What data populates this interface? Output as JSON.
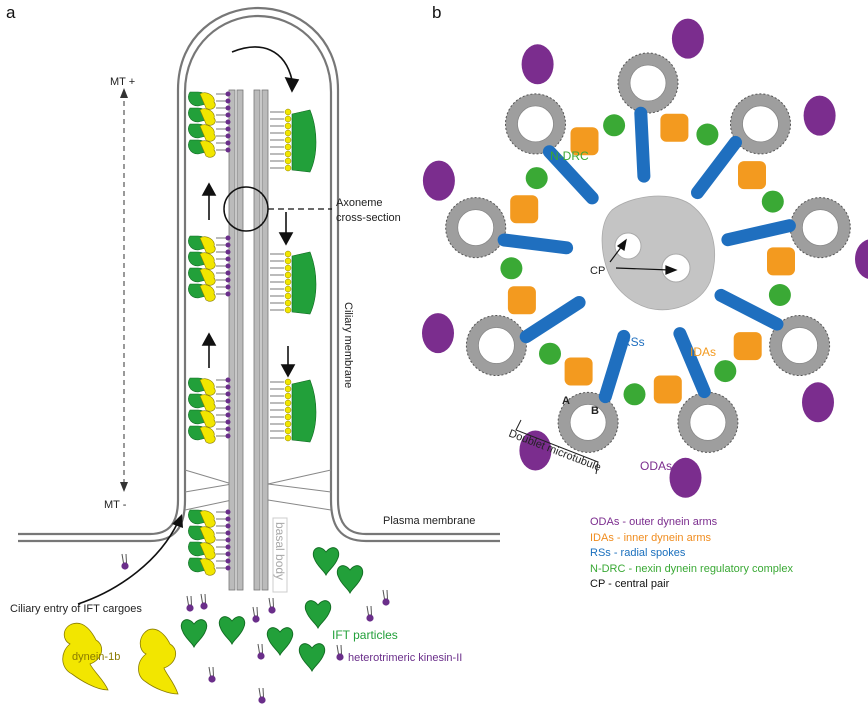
{
  "panel_a": {
    "letter": "a",
    "mt_plus": "MT +",
    "mt_minus": "MT -",
    "axoneme_line1": "Axoneme",
    "axoneme_line2": "cross-section",
    "ciliary_membrane": "Ciliary membrane",
    "plasma_membrane": "Plasma membrane",
    "basal_body": "basal body",
    "ciliary_entry": "Ciliary entry of IFT cargoes",
    "dynein": "dynein-1b",
    "ift_particles": "IFT particles",
    "kinesin": "heterotrimeric kinesin-II"
  },
  "panel_b": {
    "letter": "b",
    "ndrc": "N-DRC",
    "cp": "CP",
    "rss": "RSs",
    "idas": "IDAs",
    "odas": "ODAs",
    "a_tubule": "A",
    "b_tubule": "B",
    "doublet": "Doublet microtubule"
  },
  "legend": [
    {
      "text": "ODAs - outer dynein arms",
      "color": "#7b2d8e"
    },
    {
      "text": "IDAs - inner dynein arms",
      "color": "#f08c1e"
    },
    {
      "text": "RSs - radial spokes",
      "color": "#1a6fbd"
    },
    {
      "text": "N-DRC - nexin dynein regulatory complex",
      "color": "#3aa935"
    },
    {
      "text": "CP - central pair",
      "color": "#111111"
    }
  ],
  "colors": {
    "ift_green": "#22a03a",
    "yellow": "#f2e600",
    "purple": "#6a2e8a",
    "orange": "#f39a1f",
    "blue": "#1f6fbf",
    "grey": "#bdbdbd"
  }
}
